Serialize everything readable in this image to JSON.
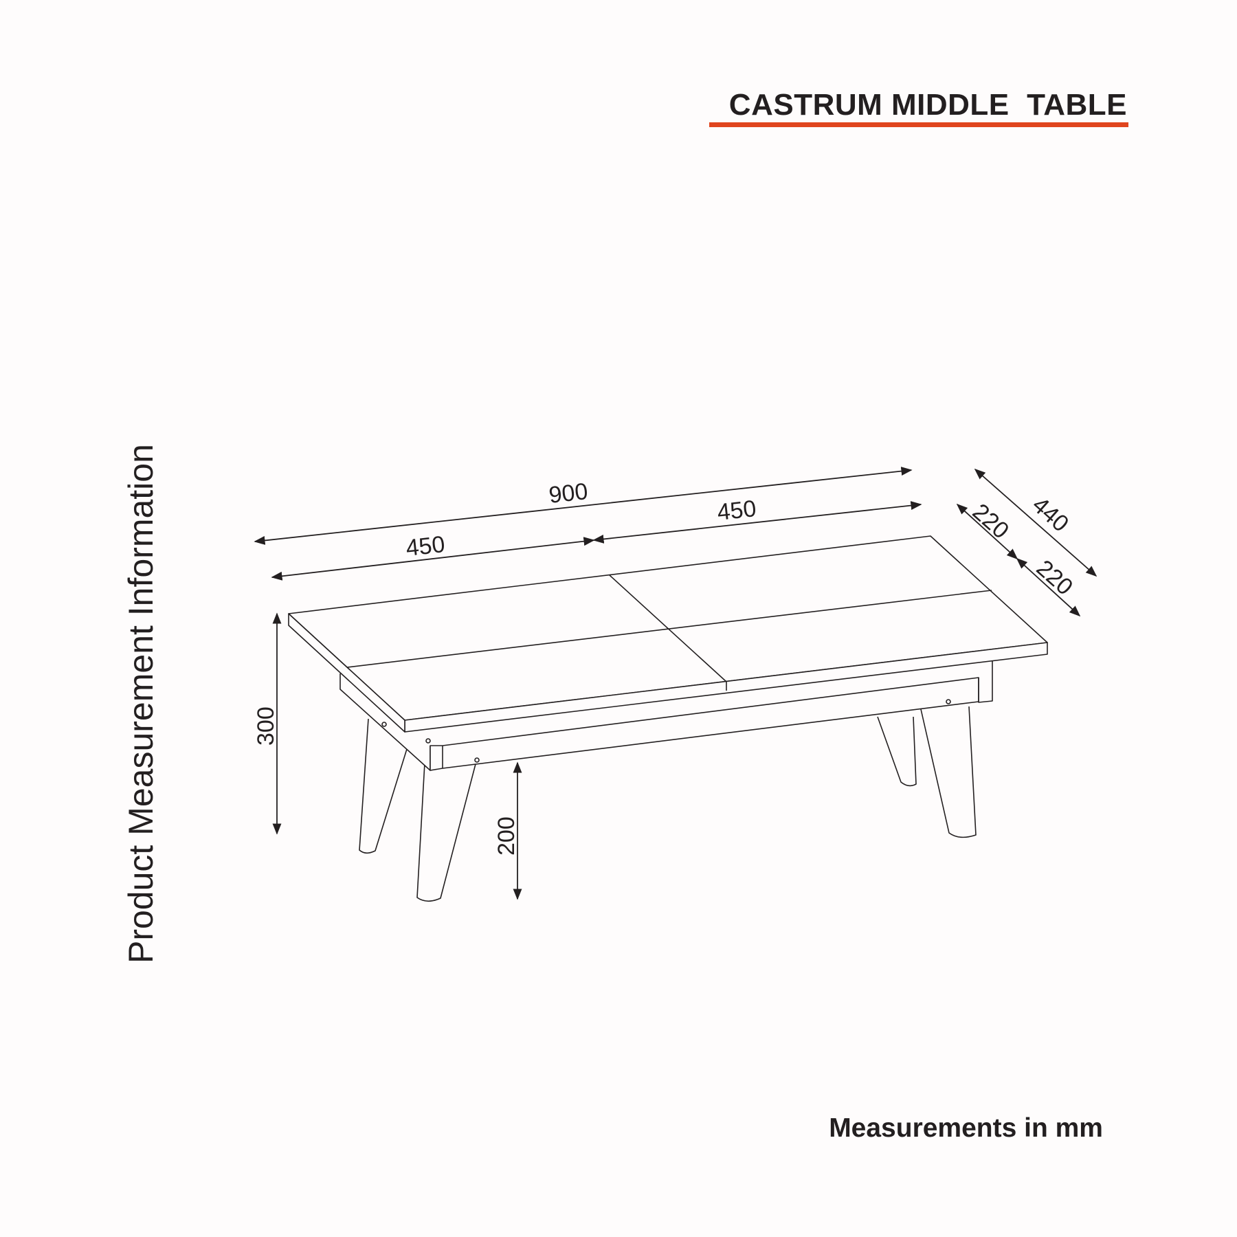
{
  "title": "CASTRUM MIDDLE  TABLE",
  "side_label": "Product Measurement Information",
  "footer": "Measurements in mm",
  "dimensions": {
    "total_length": "900",
    "half_length_left": "450",
    "half_length_right": "450",
    "depth_total": "440",
    "depth_front": "220",
    "depth_back": "220",
    "height": "300",
    "clearance": "200"
  },
  "colors": {
    "accent": "#e0451e",
    "ink": "#231f20",
    "background": "#fefcfc"
  }
}
